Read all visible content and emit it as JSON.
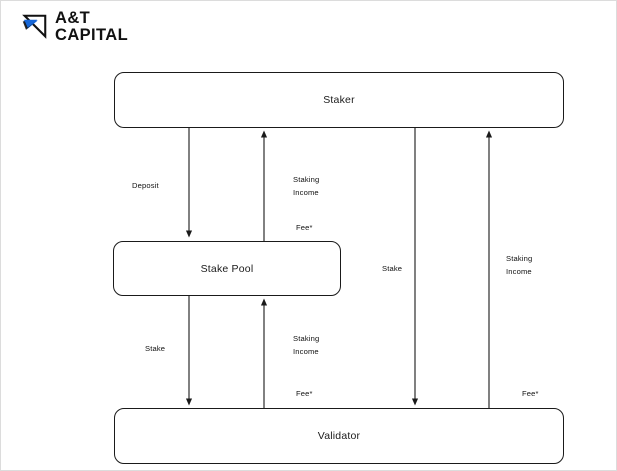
{
  "brand": {
    "line1": "A&T",
    "line2": "CAPITAL",
    "mark_name": "at-capital-logo-mark",
    "accent_color": "#1767d8",
    "text_color": "#111111"
  },
  "diagram": {
    "type": "flow-diagram",
    "title_visible": false,
    "nodes": [
      {
        "id": "staker",
        "label": "Staker"
      },
      {
        "id": "stakepool",
        "label": "Stake Pool"
      },
      {
        "id": "validator",
        "label": "Validator"
      }
    ],
    "edges": [
      {
        "id": "staker-to-stakepool",
        "from": "staker",
        "to": "stakepool",
        "direction": "down",
        "labels": [
          "Deposit"
        ]
      },
      {
        "id": "stakepool-to-staker",
        "from": "stakepool",
        "to": "staker",
        "direction": "up",
        "labels": [
          "Staking",
          "Income",
          "Fee*"
        ]
      },
      {
        "id": "stakepool-to-validator",
        "from": "stakepool",
        "to": "validator",
        "direction": "down",
        "labels": [
          "Stake"
        ]
      },
      {
        "id": "validator-to-stakepool",
        "from": "validator",
        "to": "stakepool",
        "direction": "up",
        "labels": [
          "Staking",
          "Income",
          "Fee*"
        ]
      },
      {
        "id": "staker-to-validator",
        "from": "staker",
        "to": "validator",
        "direction": "down",
        "labels": [
          "Stake"
        ]
      },
      {
        "id": "validator-to-staker",
        "from": "validator",
        "to": "staker",
        "direction": "up",
        "labels": [
          "Staking",
          "Income",
          "Fee*"
        ]
      }
    ],
    "labels": {
      "deposit": "Deposit",
      "stake": "Stake",
      "staking_line1": "Staking",
      "staking_line2": "Income",
      "fee": "Fee*"
    },
    "line_color": "#1a1a1a",
    "background_color": "#ffffff"
  }
}
